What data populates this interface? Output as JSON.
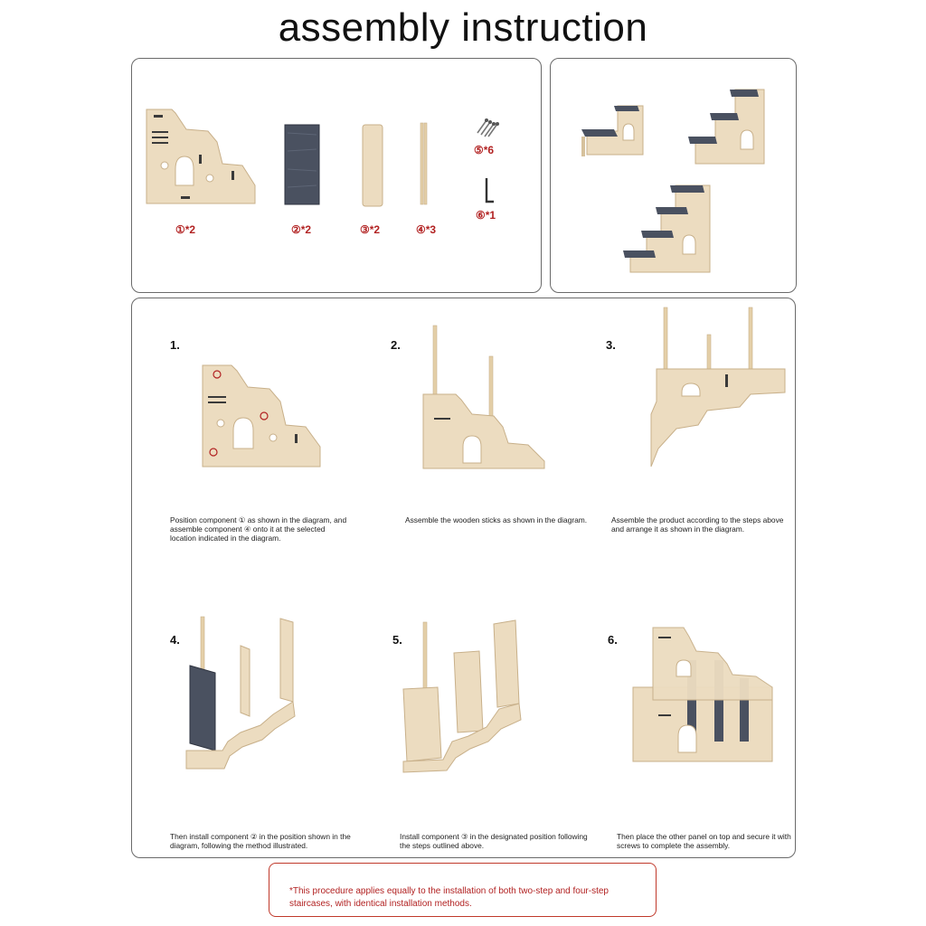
{
  "header": {
    "title": "assembly instruction"
  },
  "parts": [
    {
      "label": "①*2",
      "icon": "side-panel"
    },
    {
      "label": "②*2",
      "icon": "carpet-step-board"
    },
    {
      "label": "③*2",
      "icon": "wood-board"
    },
    {
      "label": "④*3",
      "icon": "wooden-stick"
    },
    {
      "label": "⑤*6",
      "icon": "screws"
    },
    {
      "label": "⑥*1",
      "icon": "hex-key"
    }
  ],
  "steps": [
    {
      "number": "1.",
      "caption": "Position component ① as shown in the diagram, and assemble component ④ onto it at the selected location indicated in the diagram."
    },
    {
      "number": "2.",
      "caption": "Assemble the wooden sticks as shown in the diagram."
    },
    {
      "number": "3.",
      "caption": "Assemble the product according to the steps above and arrange it as shown in the diagram."
    },
    {
      "number": "4.",
      "caption": "Then install component ② in the position shown in the diagram, following the method illustrated."
    },
    {
      "number": "5.",
      "caption": "Install component ③ in the designated position following the steps outlined above."
    },
    {
      "number": "6.",
      "caption": "Then place the other panel on top and secure it with screws to complete the assembly."
    }
  ],
  "note": {
    "text": "*This procedure applies equally to the installation of both two-step and four-step staircases, with identical installation methods."
  },
  "colors": {
    "wood": "#ecdcc0",
    "wood_edge": "#c8b08a",
    "carpet": "#4a5160",
    "accent_red": "#b22222",
    "border": "#6a6a6a"
  }
}
